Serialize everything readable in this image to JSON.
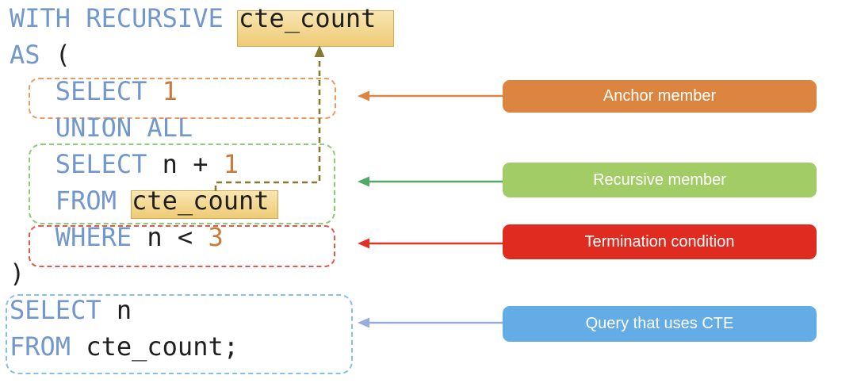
{
  "colors": {
    "kw": "#7297CC",
    "num": "#C97A3C",
    "plain": "#1F1F1F",
    "hl_bg_top": "#F8E6B2",
    "hl_bg_bottom": "#EECB75",
    "hl_border": "#D2A94F",
    "region_anchor": "#EC9A60",
    "region_recursive": "#90C878",
    "region_termination": "#E4574D",
    "region_query": "#88BEEA",
    "label_anchor": "#DC8540",
    "label_recursive": "#A2CC66",
    "label_termination": "#E02B20",
    "label_query": "#63ACE5",
    "label_text": "#FFFFFF",
    "arrow_anchor": "#DC8540",
    "arrow_recursive": "#52A866",
    "arrow_termination": "#DF3226",
    "arrow_query": "#97ACD9",
    "connector": "#867A33"
  },
  "code": {
    "lines": [
      {
        "tokens": [
          {
            "t": "WITH RECURSIVE ",
            "c": "kw"
          },
          {
            "t": "cte_count",
            "c": "id"
          }
        ]
      },
      {
        "tokens": [
          {
            "t": "AS ",
            "c": "kw"
          },
          {
            "t": "(",
            "c": "pl"
          }
        ]
      },
      {
        "tokens": [
          {
            "t": "   ",
            "c": "pl"
          },
          {
            "t": "SELECT ",
            "c": "kw"
          },
          {
            "t": "1",
            "c": "num"
          }
        ]
      },
      {
        "tokens": [
          {
            "t": "   ",
            "c": "pl"
          },
          {
            "t": "UNION ALL",
            "c": "kw"
          }
        ]
      },
      {
        "tokens": [
          {
            "t": "   ",
            "c": "pl"
          },
          {
            "t": "SELECT ",
            "c": "kw"
          },
          {
            "t": "n + ",
            "c": "pl"
          },
          {
            "t": "1",
            "c": "num"
          }
        ]
      },
      {
        "tokens": [
          {
            "t": "   ",
            "c": "pl"
          },
          {
            "t": "FROM ",
            "c": "kw"
          },
          {
            "t": "cte_count",
            "c": "id"
          }
        ]
      },
      {
        "tokens": [
          {
            "t": "   ",
            "c": "pl"
          },
          {
            "t": "WHERE ",
            "c": "kw"
          },
          {
            "t": "n < ",
            "c": "pl"
          },
          {
            "t": "3",
            "c": "num"
          }
        ]
      },
      {
        "tokens": [
          {
            "t": ")",
            "c": "pl"
          }
        ]
      },
      {
        "tokens": [
          {
            "t": "SELECT ",
            "c": "kw"
          },
          {
            "t": "n",
            "c": "pl"
          }
        ]
      },
      {
        "tokens": [
          {
            "t": "FROM ",
            "c": "kw"
          },
          {
            "t": "cte_count;",
            "c": "pl"
          }
        ]
      }
    ]
  },
  "annotations": [
    {
      "label": "Anchor member"
    },
    {
      "label": "Recursive member"
    },
    {
      "label": "Termination condition"
    },
    {
      "label": "Query that uses CTE"
    }
  ]
}
